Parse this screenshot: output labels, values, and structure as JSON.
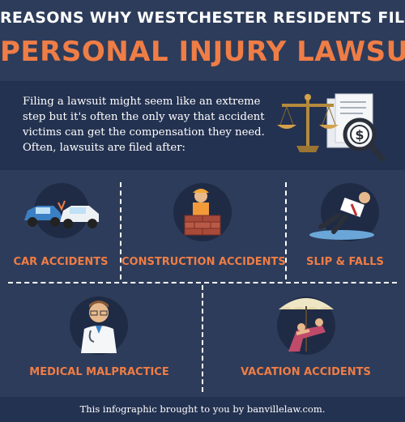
{
  "header": {
    "title_line1": "REASONS WHY WESTCHESTER RESIDENTS FILE",
    "title_line2": "PERSONAL INJURY LAWSUITS"
  },
  "intro": {
    "lines": [
      "Filing a lawsuit might seem like an extreme",
      "step but it's often the only way that accident",
      "victims can get the compensation they need.",
      "Often, lawsuits are filed after:"
    ]
  },
  "categories": [
    {
      "label": "CAR ACCIDENTS",
      "icon": "car-crash-icon"
    },
    {
      "label": "CONSTRUCTION ACCIDENTS",
      "icon": "construction-worker-icon"
    },
    {
      "label": "SLIP & FALLS",
      "icon": "slip-fall-icon"
    },
    {
      "label": "MEDICAL MALPRACTICE",
      "icon": "doctor-icon"
    },
    {
      "label": "VACATION ACCIDENTS",
      "icon": "beach-umbrella-icon"
    }
  ],
  "footer": {
    "text": "This infographic brought to you by banvillelaw.com."
  },
  "colors": {
    "background": "#2d3c5a",
    "band": "#243251",
    "accent": "#ef7d46",
    "circle": "#1f2b45"
  }
}
